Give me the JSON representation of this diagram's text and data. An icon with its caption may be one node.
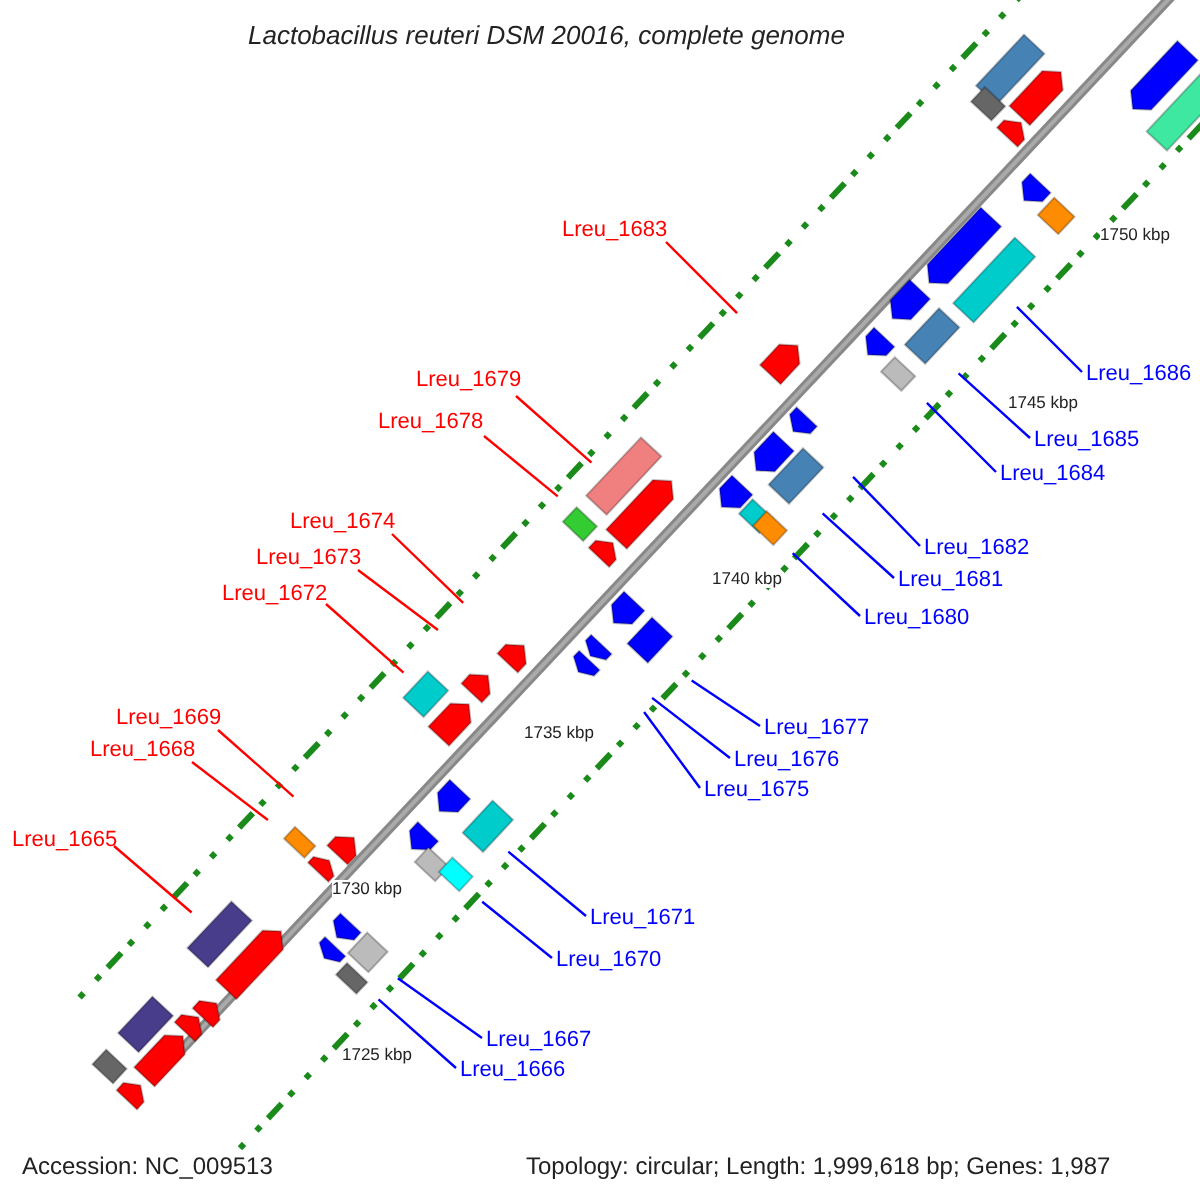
{
  "diagram": {
    "title": "Lactobacillus reuteri DSM 20016, complete genome",
    "nodes": [
      {
        "text": [
          "Lreu_1683"
        ]
      },
      {
        "text": [
          "Lreu_1679"
        ]
      },
      {
        "text": [
          "Lreu_1678"
        ]
      },
      {
        "text": [
          "Lreu_1674"
        ]
      },
      {
        "text": [
          "Lreu_1673"
        ]
      },
      {
        "text": [
          "Lreu_1672"
        ]
      },
      {
        "text": [
          "Lreu_1669"
        ]
      },
      {
        "text": [
          "Lreu_1668"
        ]
      },
      {
        "text": [
          "Lreu_1665"
        ]
      },
      {
        "text": [
          "Lreu_1686"
        ]
      },
      {
        "text": [
          "Lreu_1685"
        ]
      },
      {
        "text": [
          "Lreu_1684"
        ]
      },
      {
        "text": [
          "Lreu_1682"
        ]
      },
      {
        "text": [
          "Lreu_1681"
        ]
      },
      {
        "text": [
          "Lreu_1680"
        ]
      },
      {
        "text": [
          "Lreu_1677"
        ]
      },
      {
        "text": [
          "Lreu_1676"
        ]
      },
      {
        "text": [
          "Lreu_1675"
        ]
      },
      {
        "text": [
          "Lreu_1671"
        ]
      },
      {
        "text": [
          "Lreu_1670"
        ]
      },
      {
        "text": [
          "Lreu_1667"
        ]
      },
      {
        "text": [
          "Lreu_1666"
        ]
      }
    ],
    "edges": [
      {
        "from": 0,
        "to": null,
        "arrow": "none",
        "color": "#ff0000"
      },
      {
        "from": 1,
        "to": null,
        "arrow": "none",
        "color": "#ff0000"
      },
      {
        "from": 2,
        "to": null,
        "arrow": "none",
        "color": "#ff0000"
      },
      {
        "from": 3,
        "to": null,
        "arrow": "none",
        "color": "#ff0000"
      },
      {
        "from": 4,
        "to": null,
        "arrow": "none",
        "color": "#ff0000"
      },
      {
        "from": 5,
        "to": null,
        "arrow": "none",
        "color": "#ff0000"
      },
      {
        "from": 6,
        "to": null,
        "arrow": "none",
        "color": "#ff0000"
      },
      {
        "from": 7,
        "to": null,
        "arrow": "none",
        "color": "#ff0000"
      },
      {
        "from": 8,
        "to": null,
        "arrow": "none",
        "color": "#ff0000"
      },
      {
        "from": 9,
        "to": null,
        "arrow": "none"
      },
      {
        "from": 10,
        "to": null,
        "arrow": "none"
      },
      {
        "from": 11,
        "to": null,
        "arrow": "none"
      },
      {
        "from": 12,
        "to": null,
        "arrow": "none"
      },
      {
        "from": 13,
        "to": null,
        "arrow": "none"
      },
      {
        "from": 14,
        "to": null,
        "arrow": "none"
      },
      {
        "from": 15,
        "to": null,
        "arrow": "none"
      },
      {
        "from": 16,
        "to": null,
        "arrow": "none"
      },
      {
        "from": 17,
        "to": null,
        "arrow": "none"
      },
      {
        "from": 18,
        "to": null,
        "arrow": "none"
      },
      {
        "from": 19,
        "to": null,
        "arrow": "none"
      },
      {
        "from": 20,
        "to": null,
        "arrow": "none"
      },
      {
        "from": 21,
        "to": null,
        "arrow": "none"
      }
    ],
    "labels": [
      "1750 kbp",
      "1745 kbp",
      "1740 kbp",
      "1735 kbp",
      "1730 kbp",
      "1725 kbp",
      "Accession: NC_009513",
      "Topology: circular; Length: 1,999,618 bp; Genes: 1,987"
    ]
  }
}
